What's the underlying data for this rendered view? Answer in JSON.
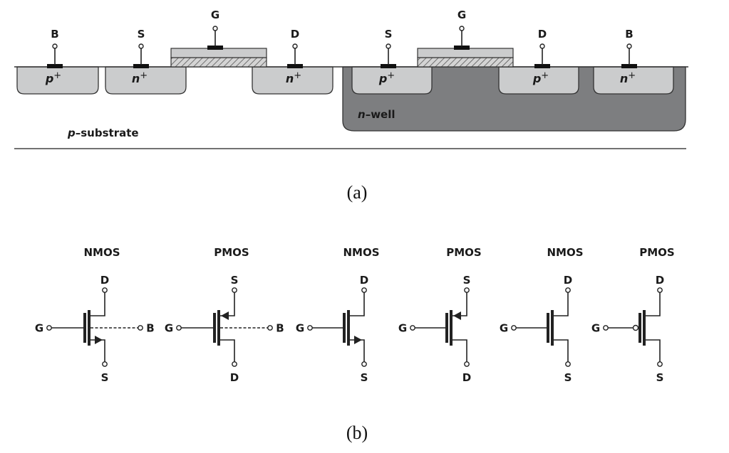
{
  "figure_a": {
    "caption": "(a)",
    "substrate_label_italic": "p",
    "substrate_label_rest": "–substrate",
    "nwell_label_italic": "n",
    "nwell_label_rest": "–well",
    "nmos_device": {
      "terminals": [
        "B",
        "S",
        "G",
        "D"
      ],
      "regions": [
        {
          "type": "p",
          "sup": "+"
        },
        {
          "type": "n",
          "sup": "+"
        },
        {
          "type": "n",
          "sup": "+"
        }
      ]
    },
    "pmos_device": {
      "terminals": [
        "S",
        "G",
        "D",
        "B"
      ],
      "regions": [
        {
          "type": "p",
          "sup": "+"
        },
        {
          "type": "p",
          "sup": "+"
        },
        {
          "type": "n",
          "sup": "+"
        }
      ]
    },
    "colors": {
      "diffusion": "#cbcccd",
      "nwell": "#7d7e80",
      "poly": "#cbcccd",
      "outline": "#333333",
      "contact": "#111111"
    }
  },
  "figure_b": {
    "caption": "(b)",
    "symbols": [
      {
        "title": "NMOS",
        "top": "D",
        "bottom": "S",
        "gate": "G",
        "body": "B",
        "variant": "nmos-4terminal"
      },
      {
        "title": "PMOS",
        "top": "S",
        "bottom": "D",
        "gate": "G",
        "body": "B",
        "variant": "pmos-4terminal"
      },
      {
        "title": "NMOS",
        "top": "D",
        "bottom": "S",
        "gate": "G",
        "variant": "nmos-arrow"
      },
      {
        "title": "PMOS",
        "top": "S",
        "bottom": "D",
        "gate": "G",
        "variant": "pmos-arrow"
      },
      {
        "title": "NMOS",
        "top": "D",
        "bottom": "S",
        "gate": "G",
        "variant": "nmos-simple"
      },
      {
        "title": "PMOS",
        "top": "D",
        "bottom": "S",
        "gate": "G",
        "variant": "pmos-bubble"
      }
    ]
  }
}
